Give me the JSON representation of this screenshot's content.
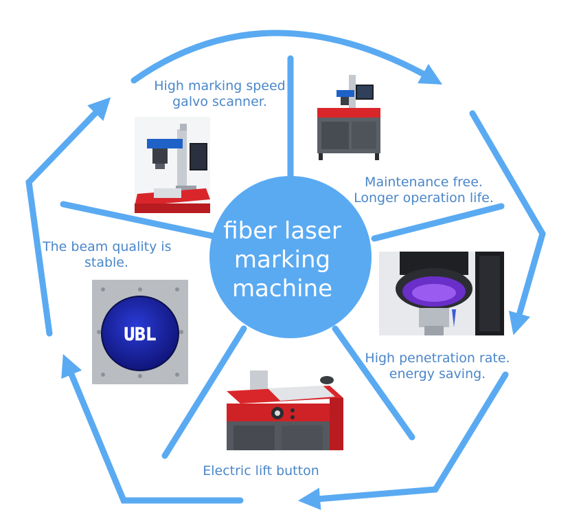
{
  "center": {
    "line1": "fiber laser",
    "line2": "marking",
    "line3": "machine"
  },
  "features": [
    {
      "line1": "High marking speed",
      "line2": "galvo scanner."
    },
    {
      "line1": "Maintenance free.",
      "line2": "Longer operation life."
    },
    {
      "line1": "High penetration rate.",
      "line2": "energy saving."
    },
    {
      "line1": "Electric lift button",
      "line2": ""
    },
    {
      "line1": "The beam quality is",
      "line2": "stable."
    }
  ],
  "photos": {
    "logo_plate_text": "UBL"
  },
  "colors": {
    "accent": "#5aaaf2",
    "text": "#4a86c8",
    "machine_red": "#d9262a",
    "laser_purple": "#7a3ad8"
  }
}
